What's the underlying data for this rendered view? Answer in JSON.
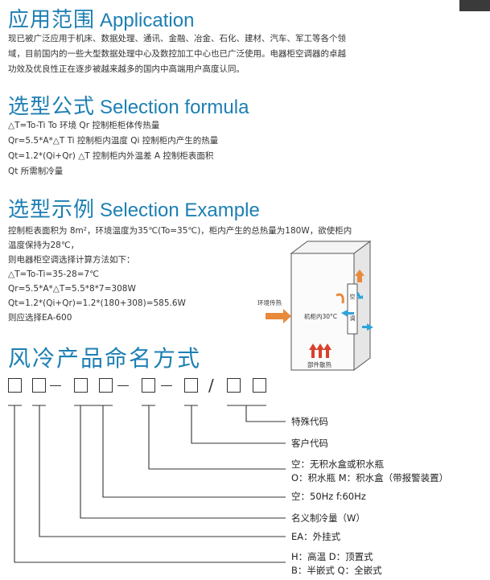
{
  "sections": {
    "application": {
      "title_cn": "应用范围",
      "title_en": "Application",
      "lines": [
        "现已被广泛应用于机床、数据处理、通讯、金融、冶金、石化、建材、汽车、军工等各个领",
        "域，目前国内的一些大型数据处理中心及数控加工中心也已广泛使用。电器柜空调器的卓越",
        "功效及优良性正在逐步被越来越多的国内中高端用户高度认同。"
      ]
    },
    "formula": {
      "title_cn": "选型公式",
      "title_en": "Selection formula",
      "lines": [
        "△T=To-Ti      To 环境           Qr 控制柜柜体传热量",
        "Qr=5.5*A*△T     Ti 控制柜内温度     Qi 控制柜内产生的热量",
        "Qt=1.2*(Qi+Qr)   △T 控制柜内外温差 A 控制柜表面积",
        "Qt 所需制冷量"
      ]
    },
    "example": {
      "title_cn": "选型示例",
      "title_en": "Selection Example",
      "lines": [
        "控制柜表面积为 8m²，环境温度为35℃(To=35℃)，柜内产生的总热量为180W，欲使柜内",
        "温度保持为28℃，",
        "则电器柜空调选择计算方法如下：",
        "△T=To-Ti=35-28=7℃",
        "Qr=5.5*A*△T=5.5*8*7=308W",
        "Qt=1.2*(Qi+Qr)=1.2*(180+308)=585.6W",
        "则应选择EA-600"
      ],
      "diagram": {
        "ambient_label": "环境传热",
        "inner_label": "机柜内30°C",
        "parts_label": "部件散热",
        "unit_chars": [
          "空",
          "调"
        ]
      }
    },
    "naming": {
      "title_cn": "风冷产品命名方式",
      "labels": [
        "特殊代码",
        "客户代码",
        "空：无积水盒或积水瓶",
        "O：积水瓶   M：积水盒（带报警装置）",
        "空：50Hz    f:60Hz",
        "名义制冷量（W）",
        "EA：外挂式",
        "H：高温    D：顶置式",
        "B：半嵌式  Q：全嵌式"
      ],
      "separator": "/"
    }
  },
  "colors": {
    "heading": "#1d7fb3",
    "arrow_blue": "#2ea3dc",
    "arrow_orange": "#e88a3a",
    "arrow_red": "#d9412a"
  }
}
